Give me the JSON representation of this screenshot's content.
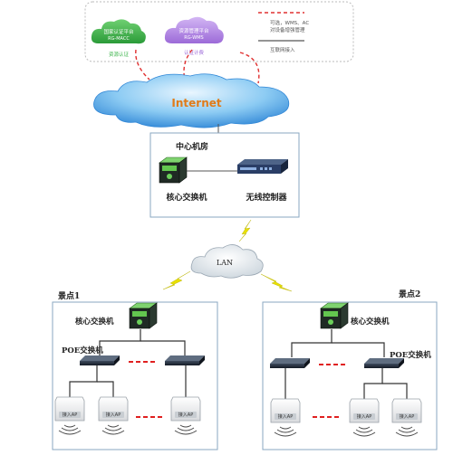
{
  "cloud_services": {
    "green_cloud": {
      "line1": "国家认证平台",
      "line2": "RG-MACC",
      "caption": "资源认证"
    },
    "purple_cloud": {
      "line1": "资源管理平台",
      "line2": "RG-WMS",
      "caption": "认证计费"
    }
  },
  "legend": {
    "dashed_label_line1": "可选，WMS、AC",
    "dashed_label_line2": "对设备增强管理",
    "solid_label": "互联网接入",
    "colors": {
      "dashed": "#e03030",
      "solid": "#555555"
    }
  },
  "internet_label": "Internet",
  "center": {
    "title": "中心机房",
    "core_switch": "核心交换机",
    "wireless_controller": "无线控制器"
  },
  "lan_label": "LAN",
  "site1": {
    "title": "景点1",
    "core_switch": "核心交换机",
    "poe_switch": "POE交换机",
    "ap_label": "接入AP"
  },
  "site2": {
    "title": "景点2",
    "core_switch": "核心交换机",
    "poe_switch": "POE交换机",
    "ap_label": "接入AP"
  },
  "colors": {
    "green_cloud": "#3bb44a",
    "purple_cloud": "#b88ee6",
    "internet_cloud": "#4fa8e8",
    "internet_text": "#e07b1a",
    "accent_red": "#e02020",
    "lightning": "#e8e000"
  }
}
